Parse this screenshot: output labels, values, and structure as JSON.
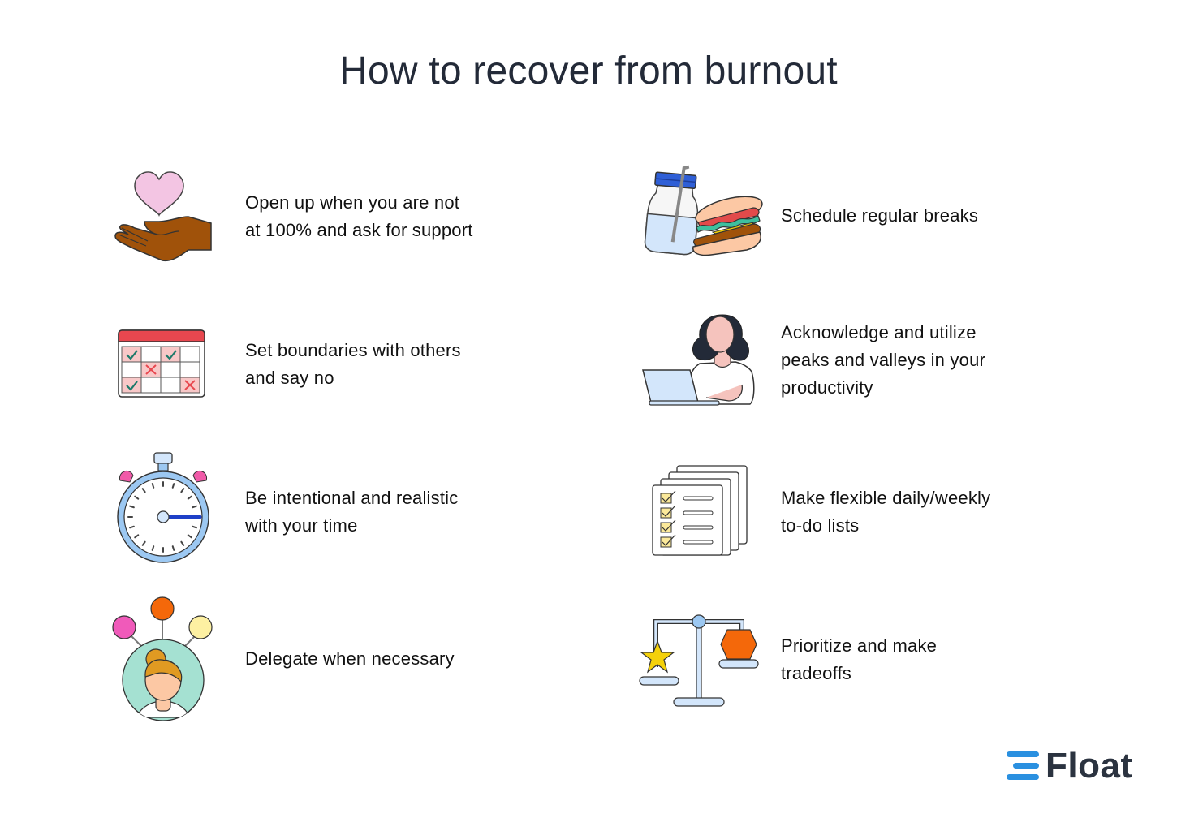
{
  "title": "How to recover from burnout",
  "items": [
    {
      "icon": "hand-heart-icon",
      "lines": [
        "Open up when you are not",
        "at 100% and ask for support"
      ]
    },
    {
      "icon": "sandwich-jar-icon",
      "lines": [
        "Schedule regular breaks"
      ]
    },
    {
      "icon": "calendar-icon",
      "lines": [
        "Set boundaries with others",
        "and say no"
      ]
    },
    {
      "icon": "person-laptop-icon",
      "lines": [
        "Acknowledge and utilize",
        "peaks and valleys in your",
        "productivity"
      ]
    },
    {
      "icon": "stopwatch-icon",
      "lines": [
        "Be intentional and realistic",
        "with your time"
      ]
    },
    {
      "icon": "checklist-icon",
      "lines": [
        "Make flexible daily/weekly",
        "to-do lists"
      ]
    },
    {
      "icon": "delegate-icon",
      "lines": [
        "Delegate when necessary"
      ]
    },
    {
      "icon": "balance-scale-icon",
      "lines": [
        "Prioritize and make",
        "tradeoffs"
      ]
    }
  ],
  "logo": {
    "text": "Float"
  },
  "colors": {
    "title": "#232a38",
    "logo_blue": "#2a90e0",
    "outline": "#333333"
  }
}
